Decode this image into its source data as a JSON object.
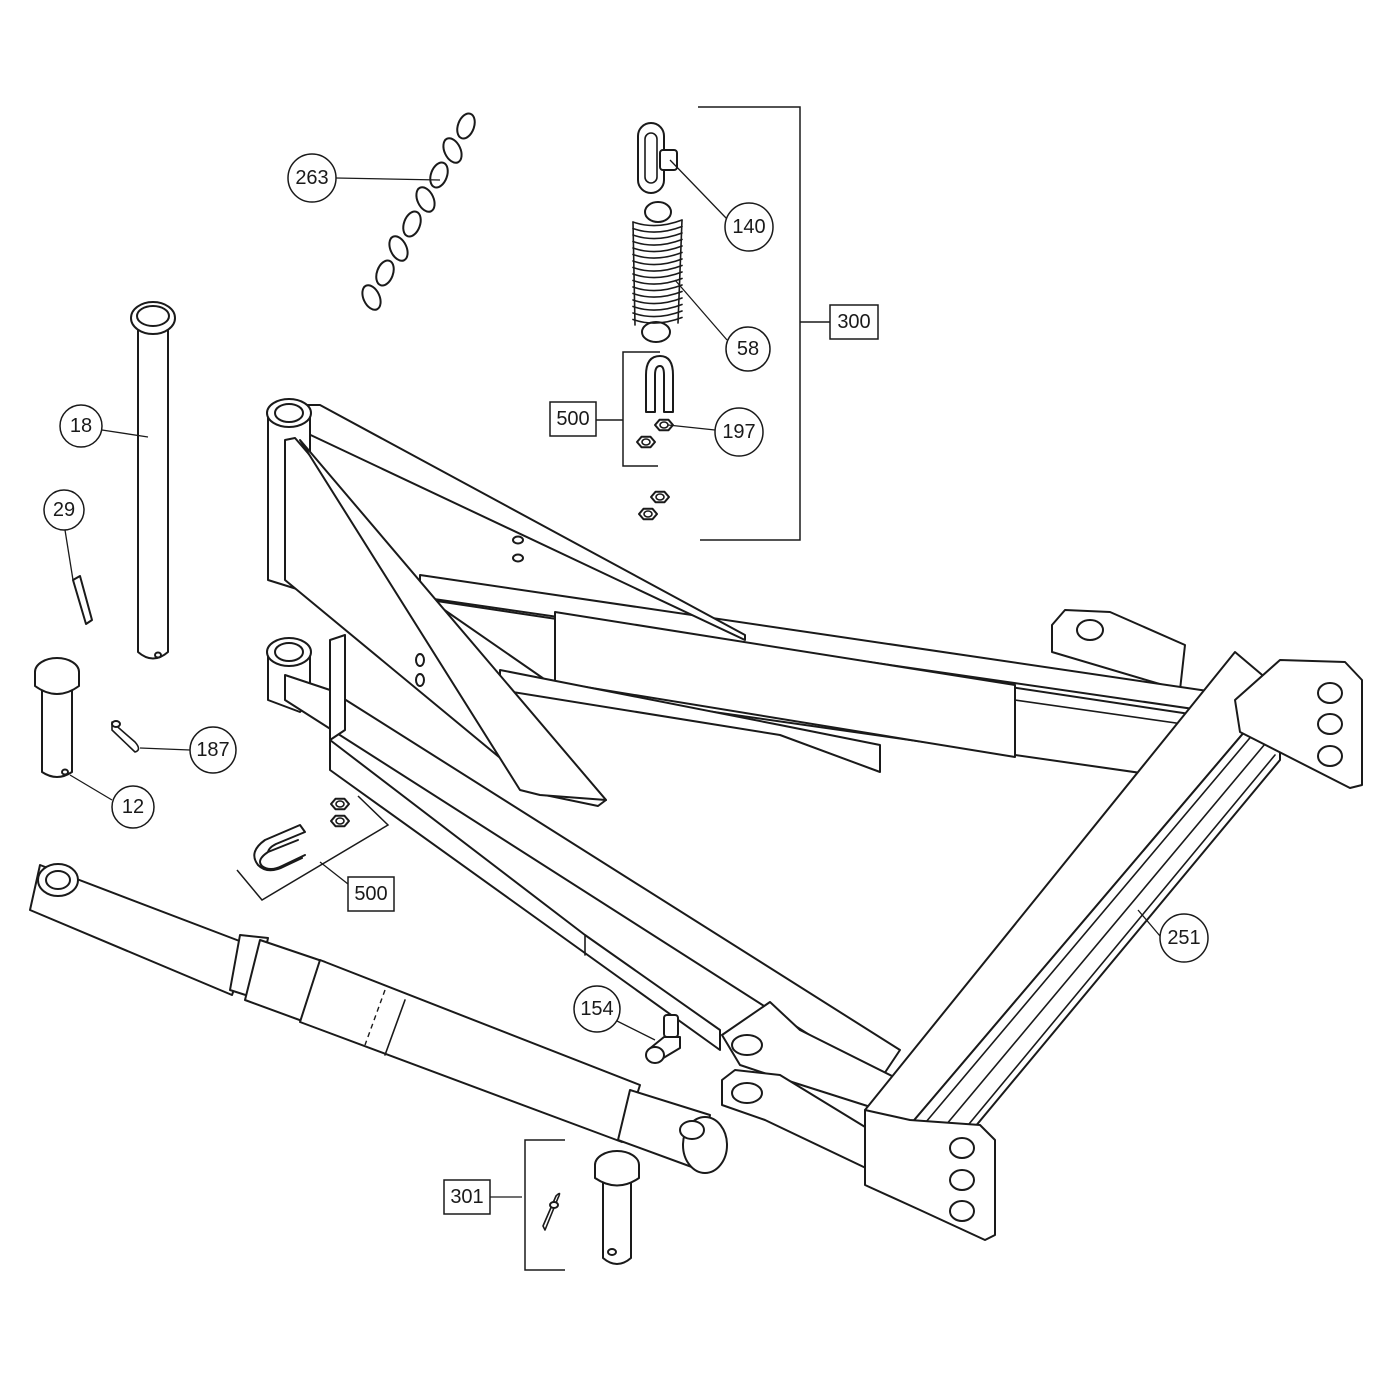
{
  "callouts": {
    "c263": "263",
    "c140": "140",
    "c58": "58",
    "c300": "300",
    "c500_top": "500",
    "c197": "197",
    "c18": "18",
    "c29": "29",
    "c187": "187",
    "c12": "12",
    "c500_mid": "500",
    "c251": "251",
    "c154": "154",
    "c301": "301"
  },
  "colors": {
    "line": "#1a1a1a",
    "background": "#ffffff"
  }
}
